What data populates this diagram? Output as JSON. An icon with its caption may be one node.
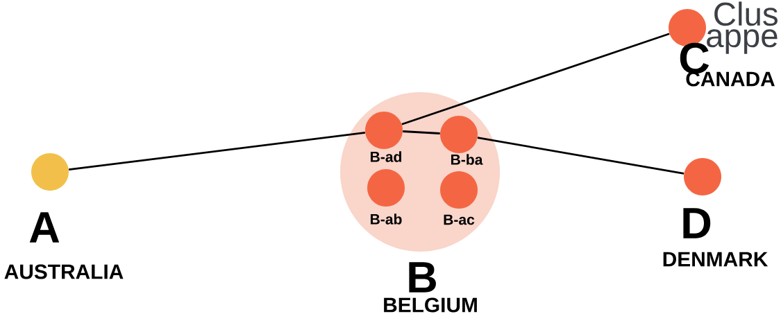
{
  "diagram": {
    "nodes": [
      {
        "text": [
          "A",
          "AUSTRALIA"
        ]
      },
      {
        "text": [
          "B",
          "BELGIUM"
        ]
      },
      {
        "text": [
          "B-ad"
        ],
        "in": 1
      },
      {
        "text": [
          "B-ba"
        ],
        "in": 1
      },
      {
        "text": [
          "B-ab"
        ],
        "in": 1
      },
      {
        "text": [
          "B-ac"
        ],
        "in": 1
      },
      {
        "text": [
          "C",
          "CANADA"
        ]
      },
      {
        "text": [
          "D",
          "DENMARK"
        ]
      }
    ],
    "edges": [
      {
        "from": 0,
        "to": 2,
        "arrow": "none"
      },
      {
        "from": 2,
        "to": 6,
        "arrow": "none"
      },
      {
        "from": 2,
        "to": 3,
        "arrow": "none"
      },
      {
        "from": 3,
        "to": 7,
        "arrow": "none"
      }
    ],
    "labels": [
      "Clus",
      "appe"
    ]
  }
}
